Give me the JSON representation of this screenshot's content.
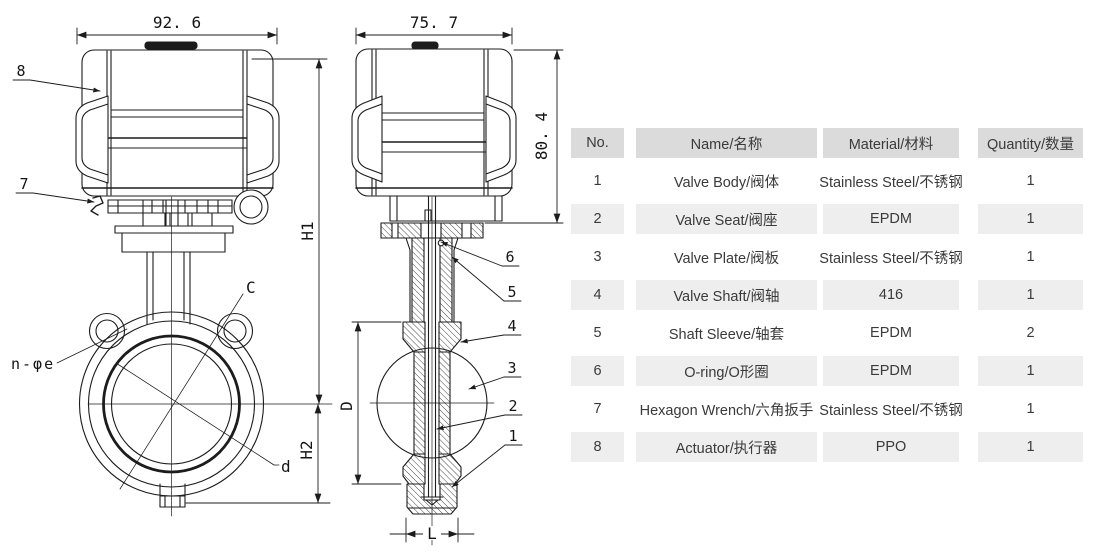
{
  "drawing": {
    "front_view": {
      "width_dim": "92. 6",
      "h1": "H1",
      "h2": "H2",
      "bolt_circle": "C",
      "bore": "d",
      "bolt_holes": "n-φe",
      "callouts": {
        "c7": "7",
        "c8": "8"
      }
    },
    "side_view": {
      "width_dim": "75. 7",
      "height_dim": "80. 4",
      "disc_dim": "D",
      "base_width_dim": "L",
      "callouts": {
        "c1": "1",
        "c2": "2",
        "c3": "3",
        "c4": "4",
        "c5": "5",
        "c6": "6"
      }
    },
    "line_color": "#1c1c1c"
  },
  "table": {
    "columns": [
      "No.",
      "Name/名称",
      "Material/材料",
      "Quantity/数量"
    ],
    "rows": [
      {
        "no": "1",
        "name": "Valve Body/阀体",
        "material": "Stainless Steel/不锈钢",
        "qty": "1"
      },
      {
        "no": "2",
        "name": "Valve Seat/阀座",
        "material": "EPDM",
        "qty": "1"
      },
      {
        "no": "3",
        "name": "Valve Plate/阀板",
        "material": "Stainless Steel/不锈钢",
        "qty": "1"
      },
      {
        "no": "4",
        "name": "Valve Shaft/阀轴",
        "material": "416",
        "qty": "1"
      },
      {
        "no": "5",
        "name": "Shaft Sleeve/轴套",
        "material": "EPDM",
        "qty": "2"
      },
      {
        "no": "6",
        "name": "O-ring/O形圈",
        "material": "EPDM",
        "qty": "1"
      },
      {
        "no": "7",
        "name": "Hexagon Wrench/六角扳手",
        "material": "Stainless Steel/不锈钢",
        "qty": "1"
      },
      {
        "no": "8",
        "name": "Actuator/执行器",
        "material": "PPO",
        "qty": "1"
      }
    ],
    "colors": {
      "header_bg": "#dbdbdb",
      "row_alt_bg": "#eeeeee",
      "text": "#3a3a3a"
    }
  }
}
